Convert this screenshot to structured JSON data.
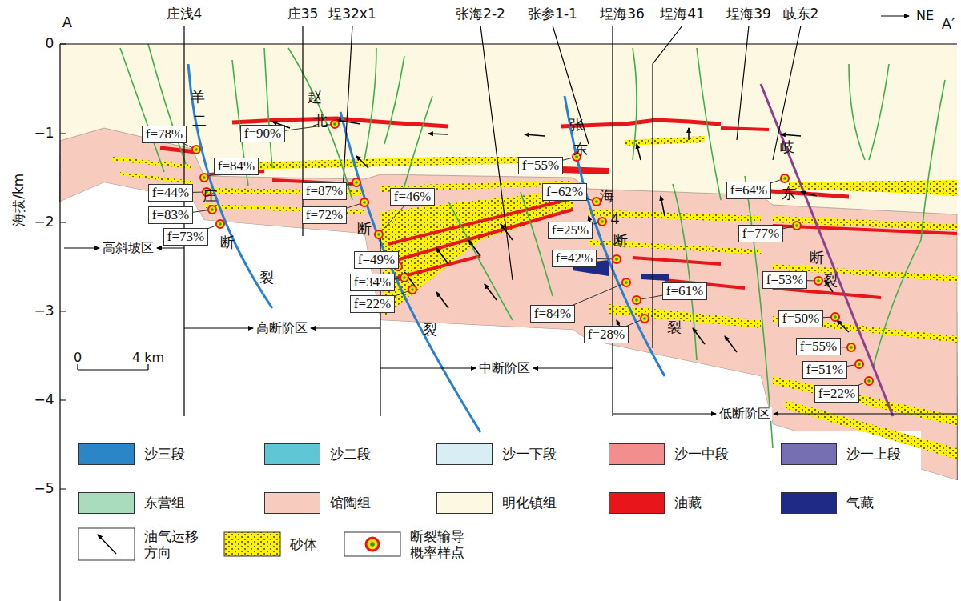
{
  "diagram": {
    "nodes": [
      {
        "text": [
          "f=78%"
        ]
      },
      {
        "text": [
          "f=84%"
        ]
      },
      {
        "text": [
          "f=44%"
        ]
      },
      {
        "text": [
          "f=83%"
        ]
      },
      {
        "text": [
          "f=73%"
        ]
      },
      {
        "text": [
          "f=90%"
        ]
      },
      {
        "text": [
          "f=87%"
        ]
      },
      {
        "text": [
          "f=72%"
        ]
      },
      {
        "text": [
          "f=46%"
        ]
      },
      {
        "text": [
          "f=49%"
        ]
      },
      {
        "text": [
          "f=34%"
        ]
      },
      {
        "text": [
          "f=22%"
        ]
      },
      {
        "text": [
          "f=55%"
        ]
      },
      {
        "text": [
          "f=62%"
        ]
      },
      {
        "text": [
          "f=25%"
        ]
      },
      {
        "text": [
          "f=42%"
        ]
      },
      {
        "text": [
          "f=84%"
        ]
      },
      {
        "text": [
          "f=61%"
        ]
      },
      {
        "text": [
          "f=28%"
        ]
      },
      {
        "text": [
          "f=64%"
        ]
      },
      {
        "text": [
          "f=77%"
        ]
      },
      {
        "text": [
          "f=53%"
        ]
      },
      {
        "text": [
          "f=50%"
        ]
      },
      {
        "text": [
          "f=55%"
        ]
      },
      {
        "text": [
          "f=51%"
        ]
      },
      {
        "text": [
          "f=22%"
        ]
      }
    ],
    "labels": [
      "A",
      "NE",
      "A′",
      "庄浅4",
      "庄35",
      "埕32x1",
      "张海2-2",
      "张参1-1",
      "埕海36",
      "埕海41",
      "埕海39",
      "岐东2",
      "羊二庄断裂",
      "赵北断裂",
      "张东海4断裂",
      "岐东断裂",
      "高斜坡区",
      "高断阶区",
      "中断阶区",
      "低断阶区",
      "海拔/km",
      "0",
      "−1",
      "−2",
      "−3",
      "−4",
      "−5",
      "0",
      "4 km"
    ],
    "legend": [
      {
        "text": "沙三段",
        "color": "#2b86c8"
      },
      {
        "text": "沙二段",
        "color": "#5fc6d6"
      },
      {
        "text": "沙一下段",
        "color": "#d6eef4"
      },
      {
        "text": "沙一中段",
        "color": "#f28e8e"
      },
      {
        "text": "沙一上段",
        "color": "#7670b2"
      },
      {
        "text": "东营组",
        "color": "#a9dbbd"
      },
      {
        "text": "馆陶组",
        "color": "#f7cbbd"
      },
      {
        "text": "明化镇组",
        "color": "#fdf8e2"
      },
      {
        "text": "油藏",
        "color": "#e8161b"
      },
      {
        "text": "气藏",
        "color": "#1f2a87"
      },
      {
        "text": "油气运移方向"
      },
      {
        "text": "砂体"
      },
      {
        "text": "断裂输导概率样点"
      }
    ]
  }
}
